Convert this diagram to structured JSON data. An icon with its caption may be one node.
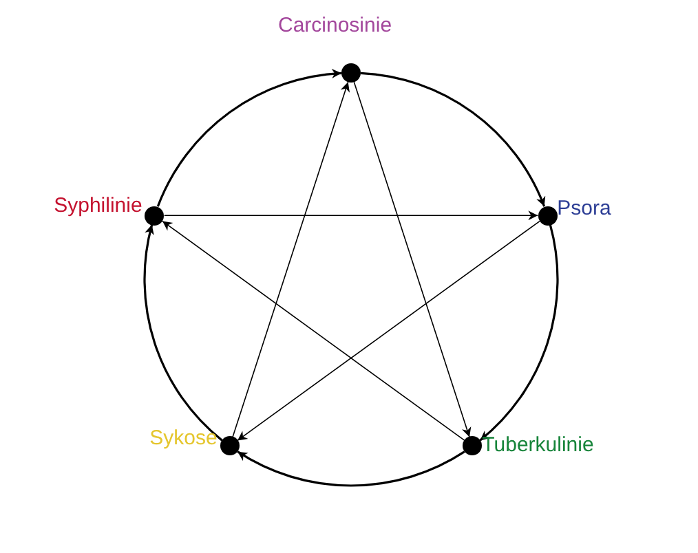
{
  "diagram": {
    "nodes": [
      {
        "text": [
          "Carcinosinie"
        ]
      },
      {
        "text": [
          "Psora"
        ]
      },
      {
        "text": [
          "Tuberkulinie"
        ]
      },
      {
        "text": [
          "Sykose"
        ]
      },
      {
        "text": [
          "Syphilinie"
        ]
      }
    ],
    "edges": [
      {
        "from": 4,
        "to": 0,
        "arrow": "to"
      },
      {
        "from": 0,
        "to": 1,
        "arrow": "to"
      },
      {
        "from": 1,
        "to": 2,
        "arrow": "to"
      },
      {
        "from": 2,
        "to": 3,
        "arrow": "to"
      },
      {
        "from": 3,
        "to": 4,
        "arrow": "to"
      },
      {
        "from": 3,
        "to": 0,
        "arrow": "to"
      },
      {
        "from": 0,
        "to": 2,
        "arrow": "to"
      },
      {
        "from": 2,
        "to": 4,
        "arrow": "to"
      },
      {
        "from": 4,
        "to": 1,
        "arrow": "to"
      },
      {
        "from": 1,
        "to": 3,
        "arrow": "to"
      }
    ]
  }
}
